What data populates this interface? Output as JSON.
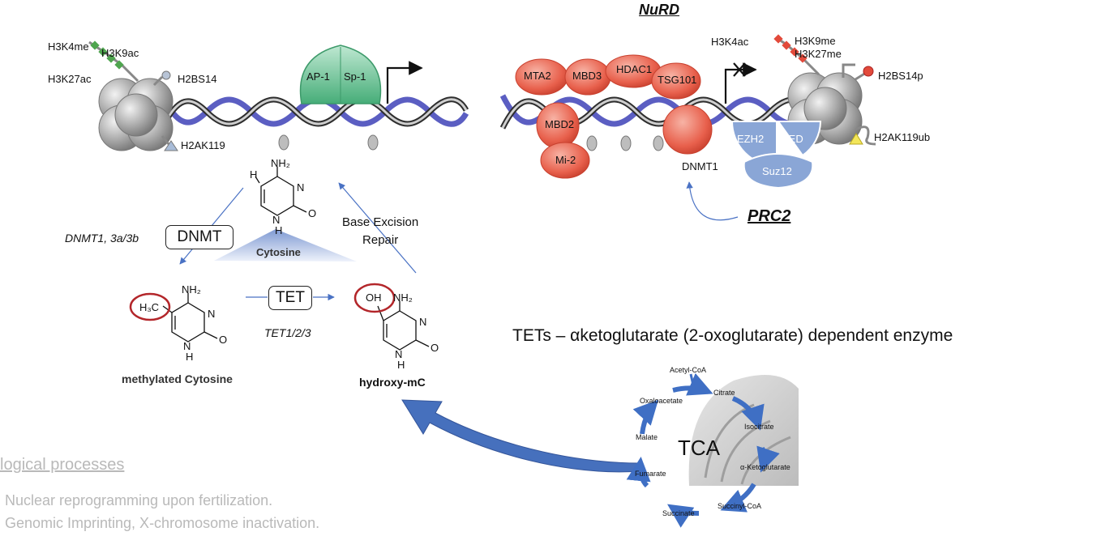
{
  "left_chromatin": {
    "marks": [
      "H3K4me",
      "H3K9ac",
      "H3K27ac",
      "H2BS14",
      "H2AK119"
    ],
    "factors": [
      "AP-1",
      "Sp-1"
    ]
  },
  "right_chromatin": {
    "complex_title": "NuRD",
    "nurd_subunits": [
      "MTA2",
      "MBD3",
      "HDAC1",
      "TSG101",
      "MBD2",
      "Mi-2"
    ],
    "marks": [
      "H3K4ac",
      "H3K9me",
      "H3K27me",
      "H2BS14p",
      "H2AK119ub"
    ],
    "dnmt": "DNMT1",
    "prc2_subunits": [
      "EZH2",
      "EED",
      "Suz12"
    ],
    "prc2_title": "PRC2"
  },
  "cycle": {
    "dnmt_enzymes": "DNMT1, 3a/3b",
    "dnmt_box": "DNMT",
    "cytosine": "Cytosine",
    "ber": "Base Excision\nRepair",
    "tet_box": "TET",
    "tet_enzymes": "TET1/2/3",
    "methyl_label": "methylated Cytosine",
    "hydroxy_label": "hydroxy-mC",
    "chem": {
      "nh2": "NH₂",
      "h": "H",
      "n": "N",
      "o": "O",
      "h3c": "H₃C",
      "oh": "OH"
    }
  },
  "tets_headline": "TETs – αketoglutarate (2-oxoglutarate) dependent enzyme",
  "tca": {
    "center": "TCA",
    "metabolites": [
      "Acetyl-CoA",
      "Citrate",
      "Isocitrate",
      "α-Ketoglutarate",
      "Succinyl-CoA",
      "Succinate",
      "Fumarate",
      "Malate",
      "Oxaloacetate"
    ]
  },
  "bottom_left": {
    "heading": "logical processes",
    "items": [
      "Nuclear reprogramming  upon fertilization.",
      "Genomic Imprinting, X-chromosome inactivation."
    ]
  },
  "colors": {
    "dna": "#5b5ec2",
    "nurd": "#e8604c",
    "prc2": "#8aa6d6",
    "tf": "#5fbf8f",
    "arrow": "#4a72c4",
    "circle": "#b3262a"
  }
}
